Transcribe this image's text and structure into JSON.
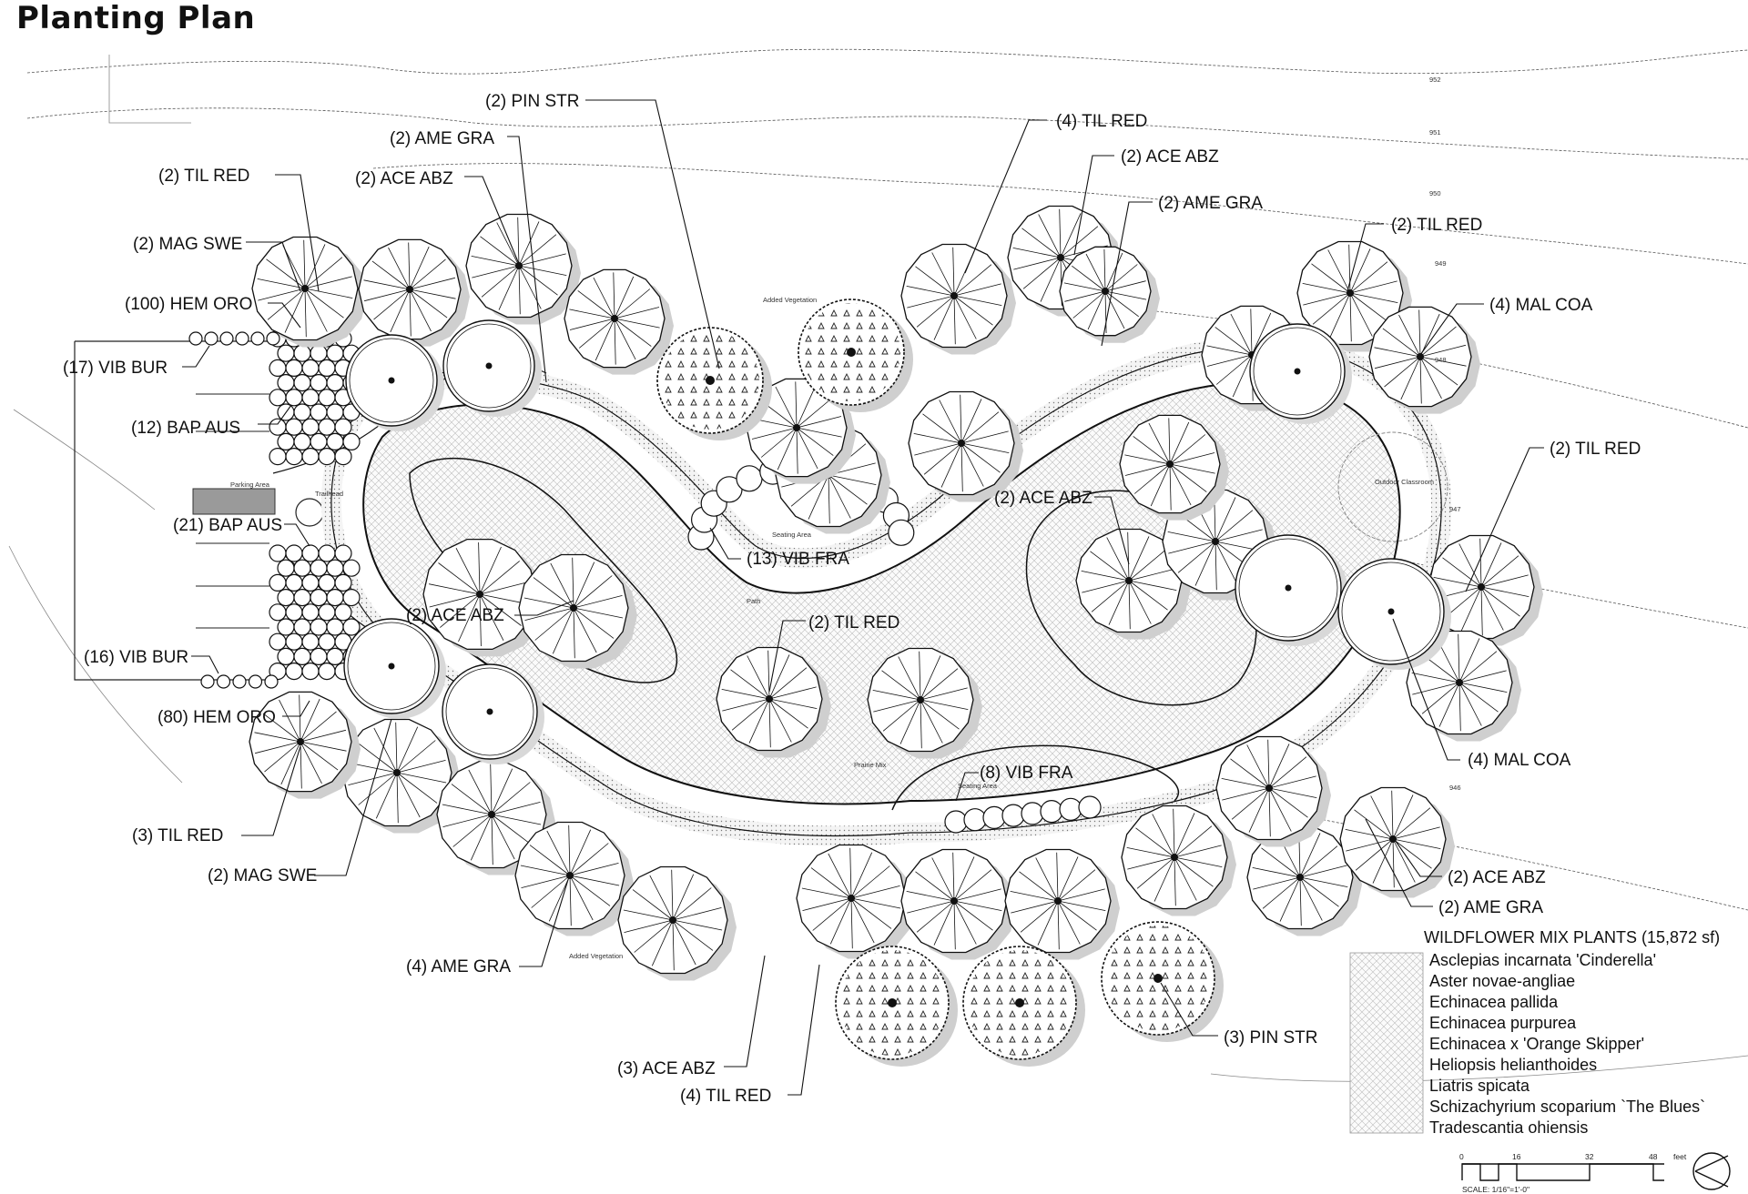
{
  "title": "Planting Plan",
  "areas": {
    "parking": "Parking Area",
    "trailhead": "Trailhead",
    "added_vegetation_top": "Added Vegetation",
    "added_vegetation_bottom": "Added Vegetation",
    "seating_top": "Seating Area",
    "seating_bottom": "Seating Area",
    "path": "Path",
    "prairie": "Prairie Mix",
    "outdoor_classroom": "Outdoor Classroom"
  },
  "contours": [
    "952",
    "951",
    "950",
    "949",
    "948",
    "947",
    "946"
  ],
  "callouts": [
    "(2) PIN STR",
    "(2) AME GRA",
    "(2) TIL RED",
    "(2) ACE ABZ",
    "(2) MAG SWE",
    "(100) HEM ORO",
    "(17) VIB BUR",
    "(12) BAP AUS",
    "(21) BAP AUS",
    "(16) VIB BUR",
    "(80) HEM ORO",
    "(2) ACE ABZ",
    "(3) TIL RED",
    "(2) MAG SWE",
    "(4) AME GRA",
    "(3) ACE ABZ",
    "(4) TIL RED",
    "(3) PIN STR",
    "(8) VIB FRA",
    "(2) TIL RED",
    "(13) VIB FRA",
    "(4) TIL RED",
    "(2) ACE ABZ",
    "(2) AME GRA",
    "(2) TIL RED",
    "(4) MAL COA",
    "(2) TIL RED",
    "(2) ACE ABZ",
    "(4) MAL COA",
    "(2) ACE ABZ",
    "(2) AME GRA"
  ],
  "legend": {
    "title": "WILDFLOWER MIX PLANTS (15,872 sf)",
    "items": [
      "Asclepias incarnata 'Cinderella'",
      "Aster novae-angliae",
      "Echinacea pallida",
      "Echinacea purpurea",
      "Echinacea x 'Orange Skipper'",
      "Heliopsis helianthoides",
      "Liatris spicata",
      "Schizachyrium scoparium `The Blues`",
      "Tradescantia ohiensis"
    ]
  },
  "scale": {
    "ticks": [
      "0",
      "16",
      "32",
      "48"
    ],
    "unit": "feet",
    "caption": "SCALE: 1/16\"=1'-0\""
  },
  "colors": {
    "ink": "#111111",
    "shadow": "#c8c8c8",
    "path_fill": "#e6e6e6"
  }
}
